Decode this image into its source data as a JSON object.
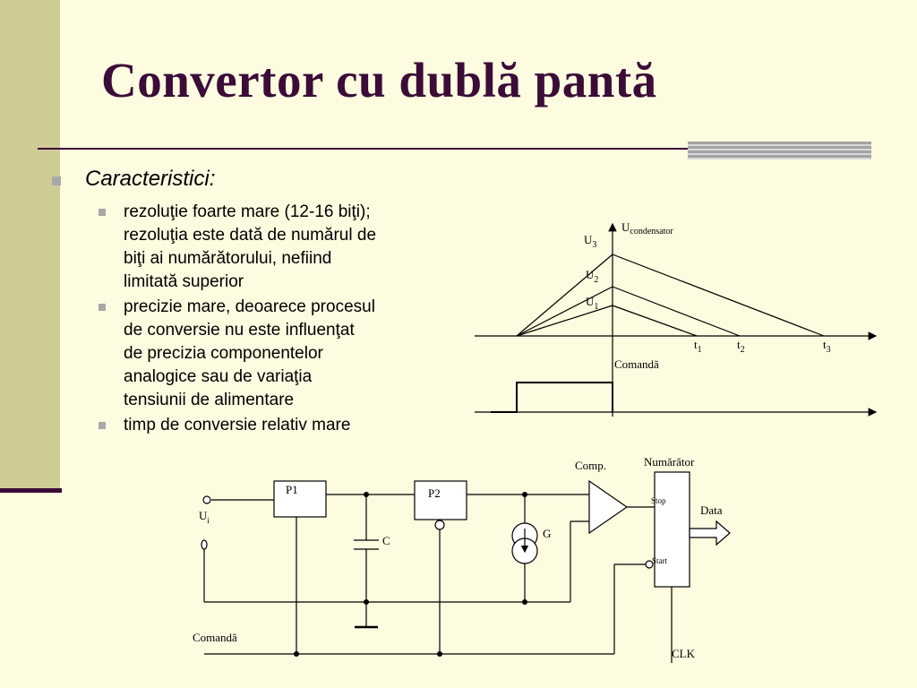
{
  "slide": {
    "title": "Convertor cu dublă pantă",
    "heading": "Caracteristici:",
    "bullets": [
      {
        "lines": [
          "rezoluţie foarte mare (12-16 biţi);",
          "rezoluţia este dată de numărul de",
          "biţi ai numărătorului, nefiind",
          "limitată superior"
        ]
      },
      {
        "lines": [
          "precizie mare, deoarece procesul",
          "de conversie nu este influenţat",
          "de precizia componentelor",
          "analogice sau de variaţia",
          "tensiunii de alimentare"
        ]
      },
      {
        "lines": [
          "timp de conversie relativ mare"
        ]
      }
    ]
  },
  "graph": {
    "y_label_main": "U",
    "y_label_sub": "condensator",
    "levels": [
      {
        "main": "U",
        "sub": "3"
      },
      {
        "main": "U",
        "sub": "2"
      },
      {
        "main": "U",
        "sub": "1"
      }
    ],
    "times": [
      {
        "main": "t",
        "sub": "1"
      },
      {
        "main": "t",
        "sub": "2"
      },
      {
        "main": "t",
        "sub": "3"
      }
    ],
    "command_label": "Comandă"
  },
  "circuit": {
    "input_main": "U",
    "input_sub": "i",
    "p1": "P1",
    "p2": "P2",
    "capacitor": "C",
    "current_source": "G",
    "comparator": "Comp.",
    "counter": "Numărător",
    "stop": "Stop",
    "start": "Start",
    "data": "Data",
    "command": "Comandă",
    "clk": "CLK"
  },
  "colors": {
    "background": "#fdfbe0",
    "left_band": "#cfcb95",
    "accent": "#3a0c37",
    "bullet": "#a8a8a8"
  }
}
